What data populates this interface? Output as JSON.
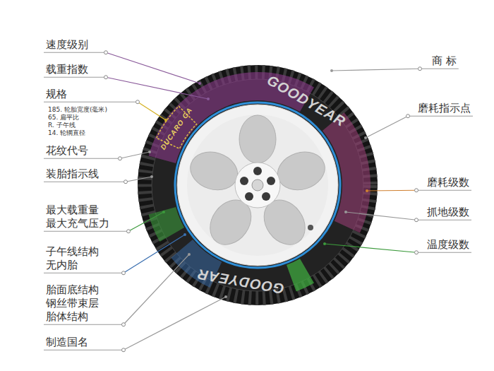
{
  "diagram": {
    "labels": [
      "速度级别",
      "载重指数",
      "规格",
      "185. 轮胎宽度(毫米)",
      "65. 扁平比",
      "R. 子午线",
      "14. 轮辋直径",
      "花纹代号",
      "装胎指示线",
      "最大载重量",
      "最大充气压力",
      "子午线结构",
      "无内胎",
      "胎面底结构",
      "钢丝带束层",
      "胎体结构",
      "制造国名",
      "商 标",
      "磨耗指示点",
      "磨耗级数",
      "抓地级数",
      "温度级数",
      "GOODYEAR",
      "GOODYEAR",
      "DUCARO GA"
    ]
  }
}
